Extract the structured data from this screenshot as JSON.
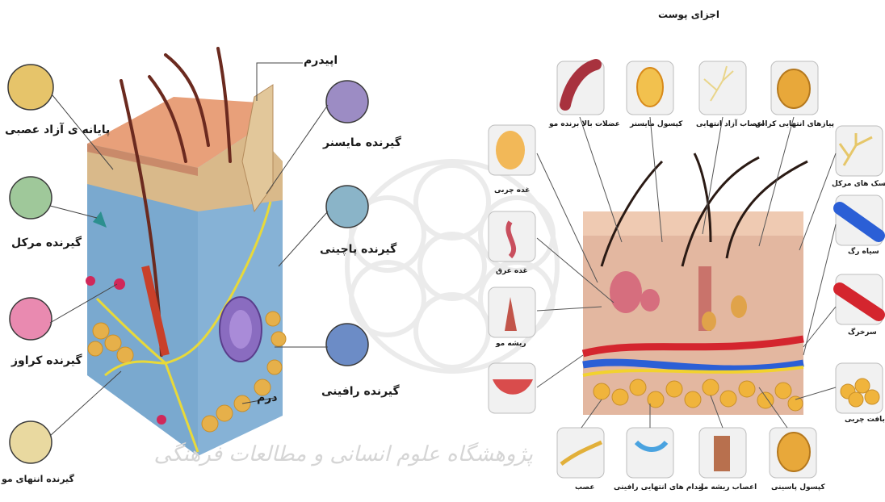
{
  "watermark": "پژوهشگاه علوم انسانی و مطالعات فرهنگی",
  "right_diagram": {
    "title": "اجزای پوست",
    "labels": {
      "muscle": "عضلات بالا برنده مو",
      "meissner": "کپسول مایسنر",
      "free_nerve": "اعصاب آزاد انتهایی",
      "krause": "پیازهای انتهایی کراس",
      "merkel_disc": "دیسک های مرکل",
      "vein": "سیاه رگ",
      "artery": "سرخرگ",
      "fat": "بافت چربی",
      "pacinian": "کپسول پاسینی",
      "hair_nerve": "اعصاب ریشه مو",
      "ruffini": "اندام های انتهایی رافینی",
      "nerve": "عصب",
      "hair_root": "ریشه مو",
      "sweat": "غده عرق",
      "sebaceous": "غده چربی"
    },
    "colors": {
      "vein": "#2b5fd6",
      "artery": "#d4252e",
      "nerve": "#f2d22e",
      "fat": "#f0b43c"
    }
  },
  "left_diagram": {
    "labels": {
      "free_ending": "پایانه ی آزاد عصبی",
      "merkel": "گیرنده مرکل",
      "krause": "گیرنده کراوز",
      "hair_end": "گیرنده انتهای مو",
      "epidermis": "اپیدرم",
      "meissner": "گیرنده مایسنر",
      "pacinian": "گیرنده پاچینی",
      "ruffini": "گیرنده رافینی",
      "dermis": "درم"
    }
  }
}
